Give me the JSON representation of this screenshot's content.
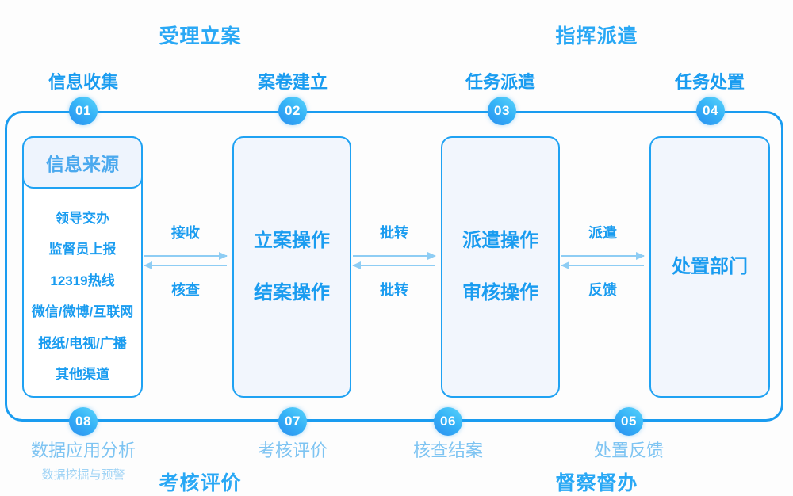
{
  "sections": {
    "top_left": "受理立案",
    "top_right": "指挥派遣",
    "bottom_left": "考核评价",
    "bottom_right": "督察督办"
  },
  "steps_top": [
    {
      "num": "01",
      "caption": "信息收集"
    },
    {
      "num": "02",
      "caption": "案卷建立"
    },
    {
      "num": "03",
      "caption": "任务派遣"
    },
    {
      "num": "04",
      "caption": "任务处置"
    }
  ],
  "steps_bottom": [
    {
      "num": "08",
      "caption": "数据应用分析",
      "sub": "数据挖掘与预警"
    },
    {
      "num": "07",
      "caption": "考核评价"
    },
    {
      "num": "06",
      "caption": "核查结案"
    },
    {
      "num": "05",
      "caption": "处置反馈"
    }
  ],
  "info_source": {
    "header": "信息来源",
    "items": [
      "领导交办",
      "监督员上报",
      "12319热线",
      "微信/微博/互联网",
      "报纸/电视/广播",
      "其他渠道"
    ]
  },
  "cards": {
    "case_build": {
      "line1": "立案操作",
      "line2": "结案操作"
    },
    "dispatch": {
      "line1": "派遣操作",
      "line2": "审核操作"
    },
    "department": {
      "line1": "处置部门"
    }
  },
  "arrows": [
    {
      "forward": "接收",
      "backward": "核查"
    },
    {
      "forward": "批转",
      "backward": "批转"
    },
    {
      "forward": "派遣",
      "backward": "反馈"
    }
  ],
  "colors": {
    "primary": "#1a9cf0",
    "track": "#1a9cf0",
    "card_fill": "#f2f6fd",
    "arrow": "#8ecdf4",
    "muted_caption": "#7ec4f2",
    "badge_from": "#5bd4fb",
    "badge_to": "#2a90f0"
  }
}
